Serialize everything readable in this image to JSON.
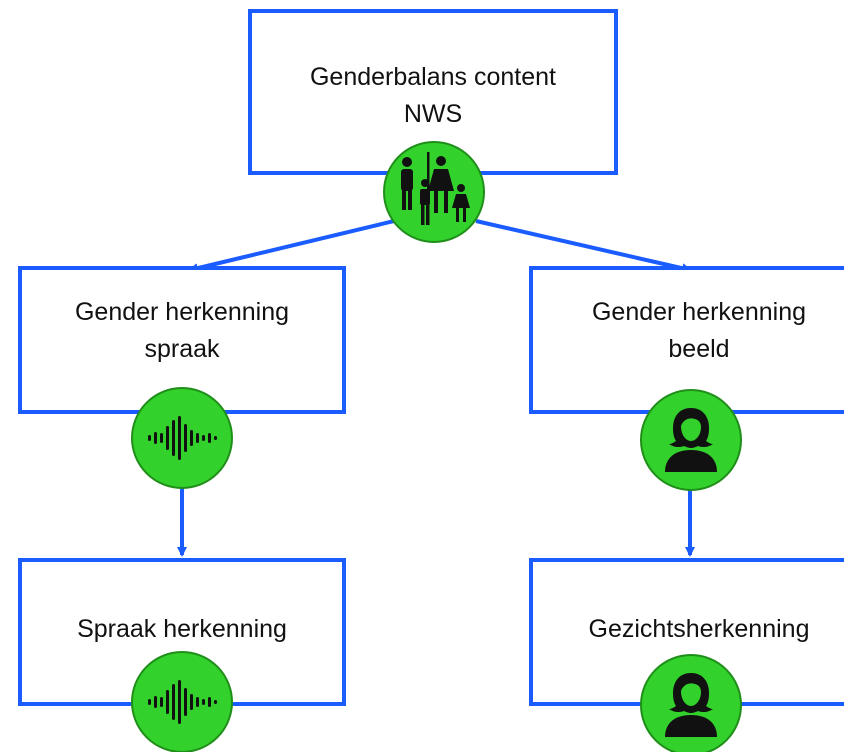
{
  "diagram": {
    "nodes": {
      "root": {
        "label": "Genderbalans content\nNWS",
        "icon": "family-icon"
      },
      "speech": {
        "label": "Gender herkenning\nspraak",
        "icon": "sound-wave-icon"
      },
      "image": {
        "label": "Gender herkenning\nbeeld",
        "icon": "person-icon"
      },
      "spraak": {
        "label": "Spraak herkenning",
        "icon": "sound-wave-icon"
      },
      "face": {
        "label": "Gezichtsherkenning",
        "icon": "person-icon"
      }
    },
    "edges": [
      {
        "from": "root",
        "to": "speech"
      },
      {
        "from": "root",
        "to": "image"
      },
      {
        "from": "speech",
        "to": "spraak"
      },
      {
        "from": "image",
        "to": "face"
      }
    ]
  },
  "colors": {
    "box_border": "#1a5cff",
    "connector": "#1a5cff",
    "badge_fill": "#33d12b",
    "icon": "#111111",
    "text": "#111111"
  }
}
